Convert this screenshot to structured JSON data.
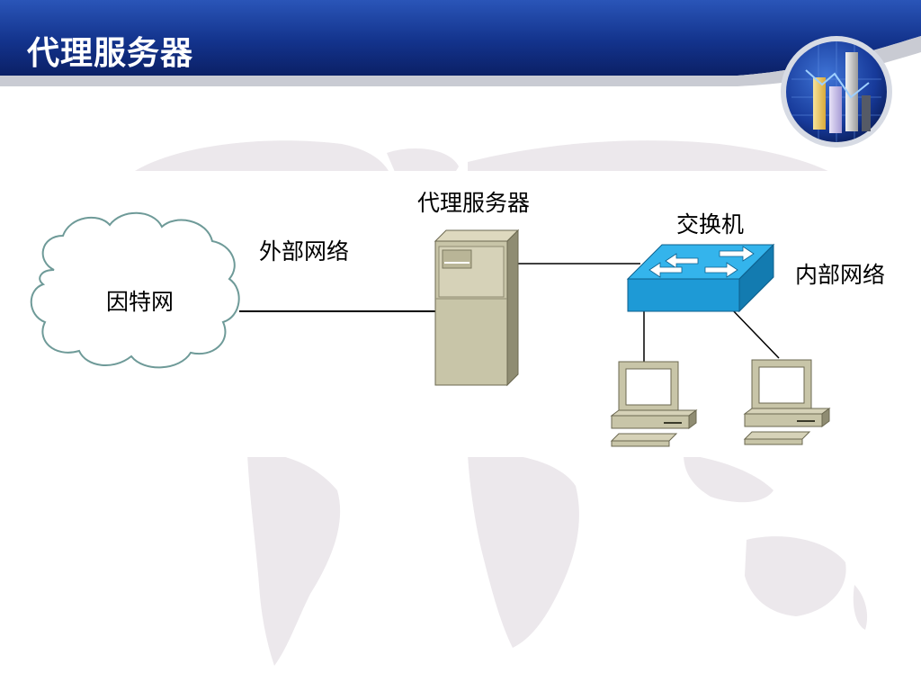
{
  "slide": {
    "title": "代理服务器"
  },
  "diagram": {
    "nodes": {
      "internet": "因特网",
      "proxy_server": "代理服务器",
      "switch": "交换机",
      "pc_1": "",
      "pc_2": ""
    },
    "labels": {
      "external_network": "外部网络",
      "internal_network": "内部网络"
    },
    "edges": [
      {
        "from": "internet",
        "to": "proxy_server"
      },
      {
        "from": "proxy_server",
        "to": "switch"
      },
      {
        "from": "switch",
        "to": "pc_1"
      },
      {
        "from": "switch",
        "to": "pc_2"
      }
    ]
  },
  "colors": {
    "header_dark": "#0e2a7a",
    "header_light": "#2a55b8",
    "header_stripe": "#c9cbd3",
    "switch_blue": "#1e9ad6",
    "server_beige": "#c8c5a8",
    "map_gray": "#ece8ec",
    "cloud_outline": "#6e9a98"
  },
  "icons": {
    "logo": "bar-chart-globe-icon",
    "cloud": "cloud-icon",
    "server": "server-tower-icon",
    "switch": "network-switch-icon",
    "pc": "desktop-computer-icon"
  }
}
